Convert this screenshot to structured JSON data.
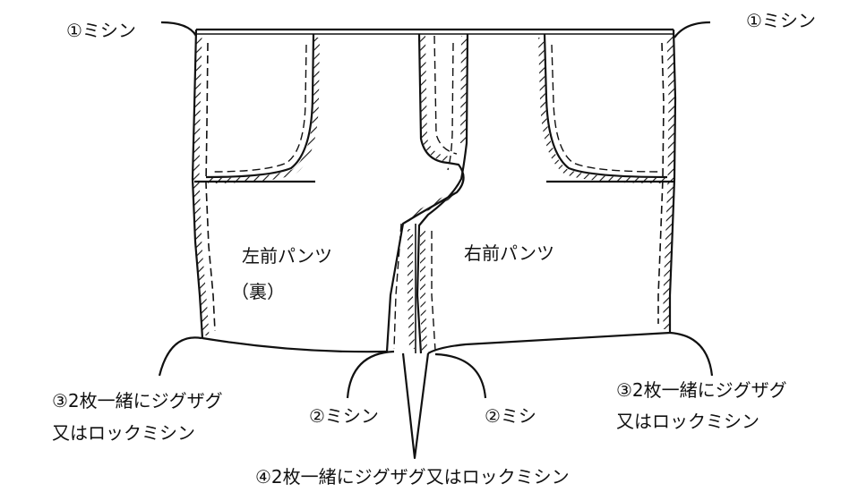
{
  "labels": {
    "sewing_top_left": "①ミシン",
    "sewing_top_right": "①ミシン",
    "left_front_line1": "左前パンツ",
    "left_front_line2": "（裏）",
    "right_front": "右前パンツ",
    "overlock_left_line1": "③2枚一緒にジグザグ",
    "overlock_left_line2": "又はロックミシン",
    "overlock_right_line1": "③2枚一緒にジグザグ",
    "overlock_right_line2": "又はロックミシン",
    "sewing_crotch_left": "②ミシン",
    "sewing_crotch_right": "②ミシ",
    "overlock_bottom": "④2枚一緒にジグザグ又はロックミシン"
  },
  "colors": {
    "line": "#111111",
    "background": "#ffffff"
  }
}
